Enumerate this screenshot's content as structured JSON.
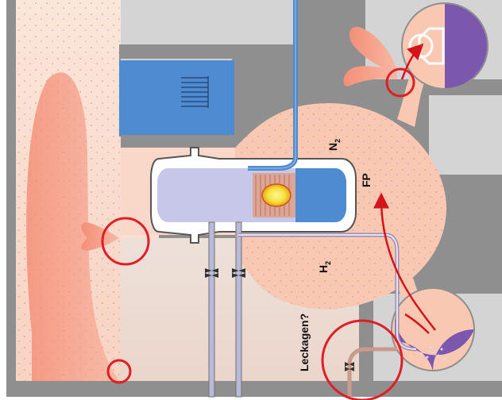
{
  "labels": {
    "n2": "N",
    "n2_sub": "2",
    "fp": "FP",
    "h2": "H",
    "h2_sub": "2",
    "leakage": "Leckagen?"
  },
  "colors": {
    "background": "#ffffff",
    "building": "#8f8f8f",
    "building_light": "#d4d4d4",
    "room_air": "#fbe3d6",
    "containment_gas": "#f9c8b2",
    "plume": "#f4937a",
    "water": "#4f8bd0",
    "reactor_vessel": "#c7c7ea",
    "core_glow": "#f2e53a",
    "suppression_pool": "#7b58ad",
    "leak_circle": "#e01e25",
    "flow_arrow": "#d4141a"
  }
}
